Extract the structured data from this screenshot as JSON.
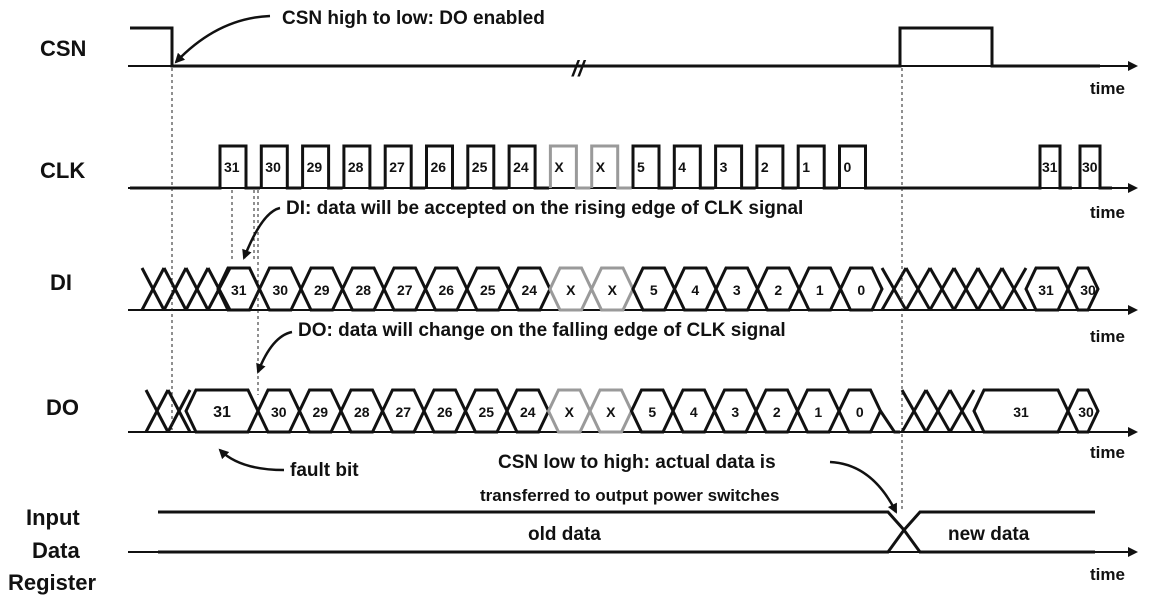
{
  "signals": {
    "csn": "CSN",
    "clk": "CLK",
    "di": "DI",
    "do": "DO",
    "register_line1": "Input",
    "register_line2": "Data",
    "register_line3": "Register"
  },
  "time_label": "time",
  "annotations": {
    "csn_high_to_low": "CSN high to low: DO enabled",
    "di_note": "DI: data will be accepted on the rising edge of CLK signal",
    "do_note": "DO: data will change on the falling edge of CLK signal",
    "fault_bit": "fault bit",
    "csn_low_to_high_line1": "CSN low to high: actual data is",
    "csn_low_to_high_line2": "transferred to output power switches",
    "old_data": "old data",
    "new_data": "new data"
  },
  "clk_pulse_labels": [
    "31",
    "30",
    "29",
    "28",
    "27",
    "26",
    "25",
    "24",
    "X",
    "X",
    "5",
    "4",
    "3",
    "2",
    "1",
    "0"
  ],
  "clk_second_frame_labels": [
    "31",
    "30"
  ],
  "di_bits": [
    "31",
    "30",
    "29",
    "28",
    "27",
    "26",
    "25",
    "24",
    "X",
    "X",
    "5",
    "4",
    "3",
    "2",
    "1",
    "0"
  ],
  "di_second_frame_bits": [
    "31",
    "30"
  ],
  "do_bits": [
    "31",
    "30",
    "29",
    "28",
    "27",
    "26",
    "25",
    "24",
    "X",
    "X",
    "5",
    "4",
    "3",
    "2",
    "1",
    "0"
  ],
  "do_second_frame_bits": [
    "31",
    "30"
  ],
  "break_mark": "//"
}
